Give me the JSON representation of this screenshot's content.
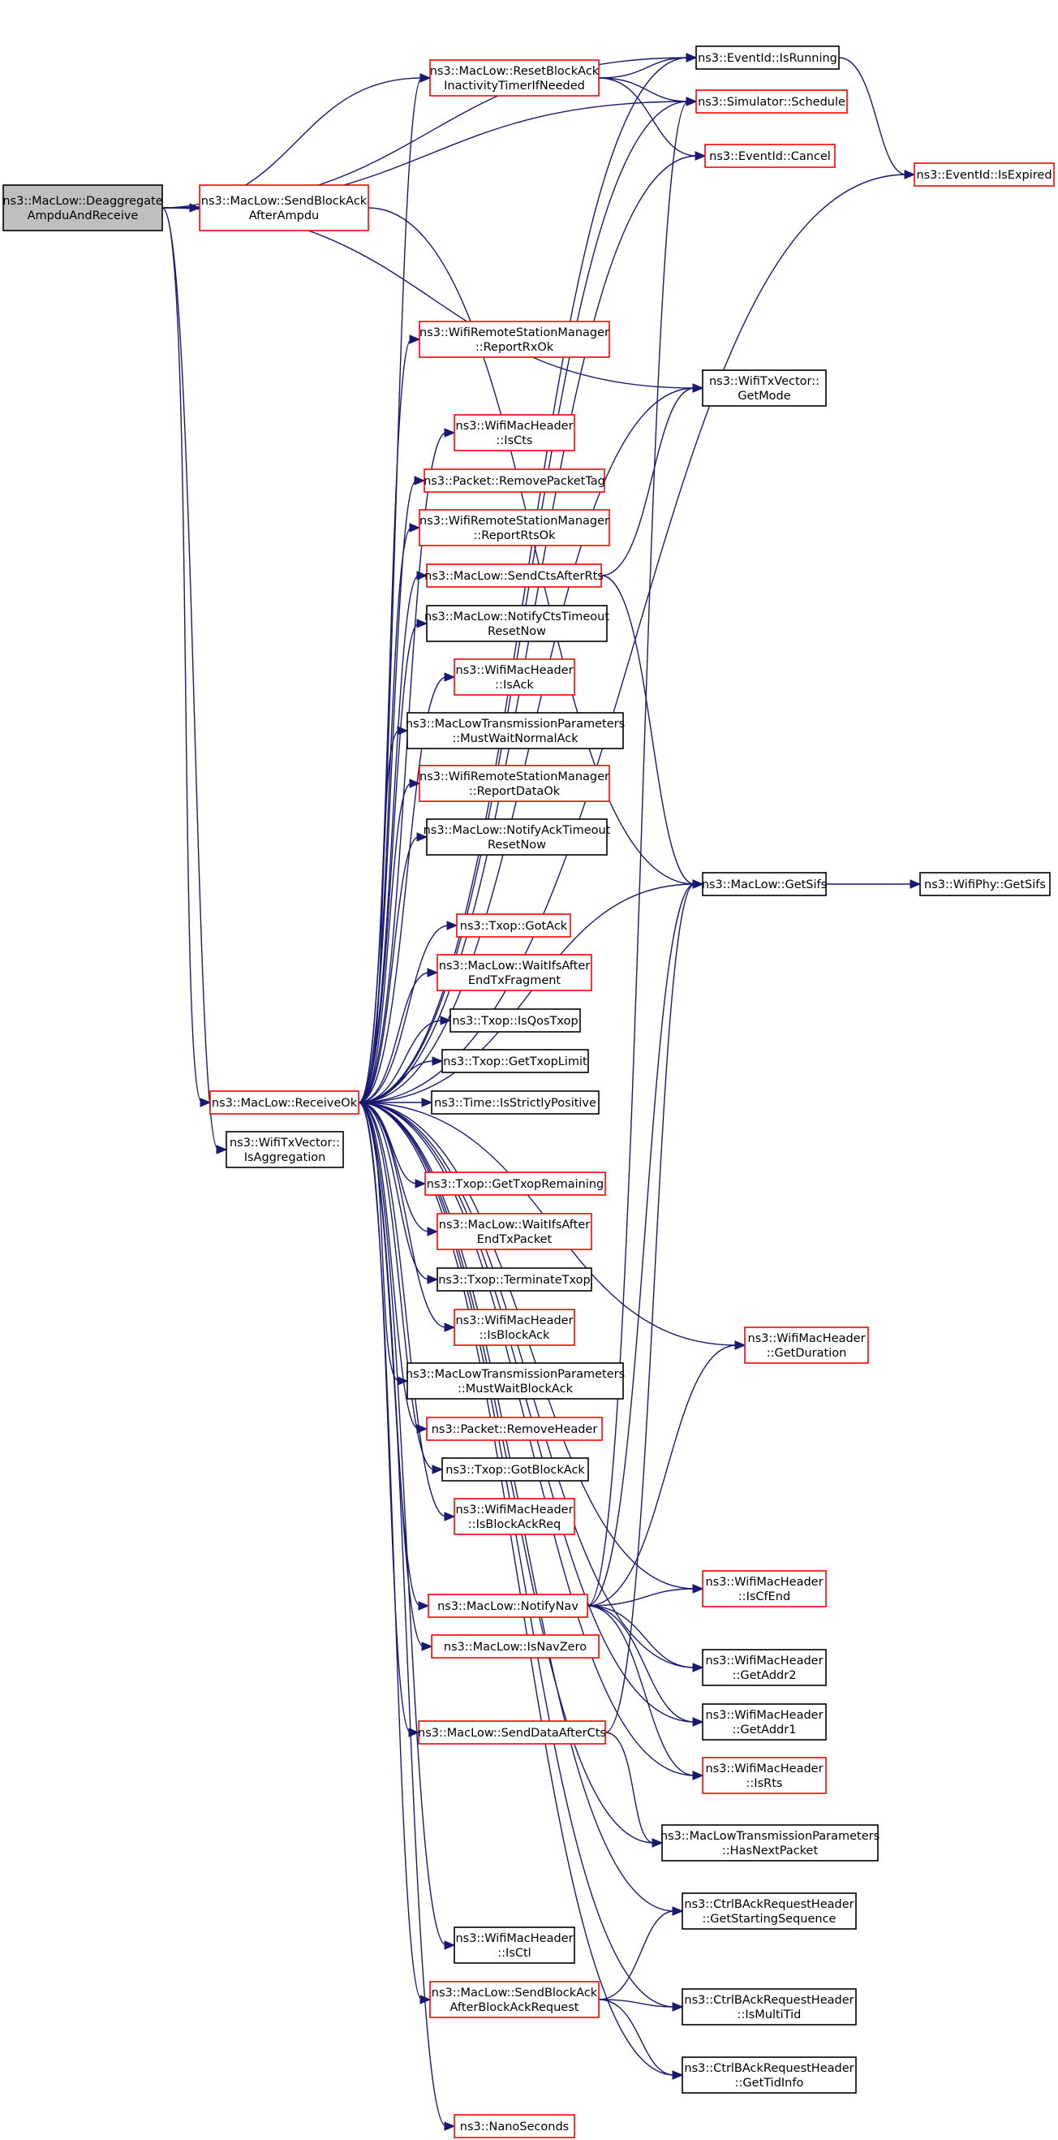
{
  "colors": {
    "edge": "#191970",
    "border_default": "#000000",
    "border_incomplete": "#ff0000",
    "root_fill": "#bfbfbf"
  },
  "nodes": [
    {
      "id": "deagg",
      "lines": [
        "ns3::MacLow::Deaggregate",
        "AmpduAndReceive"
      ],
      "style": "root"
    },
    {
      "id": "sendBaAmpdu",
      "lines": [
        "ns3::MacLow::SendBlockAck",
        "AfterAmpdu"
      ],
      "style": "red"
    },
    {
      "id": "resetBa",
      "lines": [
        "ns3::MacLow::ResetBlockAck",
        "InactivityTimerIfNeeded"
      ],
      "style": "red"
    },
    {
      "id": "isRunning",
      "lines": [
        "ns3::EventId::IsRunning"
      ],
      "style": "black"
    },
    {
      "id": "schedule",
      "lines": [
        "ns3::Simulator::Schedule"
      ],
      "style": "red"
    },
    {
      "id": "cancel",
      "lines": [
        "ns3::EventId::Cancel"
      ],
      "style": "red"
    },
    {
      "id": "isExpired",
      "lines": [
        "ns3::EventId::IsExpired"
      ],
      "style": "red"
    },
    {
      "id": "reportRxOk",
      "lines": [
        "ns3::WifiRemoteStationManager",
        "::ReportRxOk"
      ],
      "style": "red"
    },
    {
      "id": "getMode",
      "lines": [
        "ns3::WifiTxVector::",
        "GetMode"
      ],
      "style": "black"
    },
    {
      "id": "isCts",
      "lines": [
        "ns3::WifiMacHeader",
        "::IsCts"
      ],
      "style": "red"
    },
    {
      "id": "removeTag",
      "lines": [
        "ns3::Packet::RemovePacketTag"
      ],
      "style": "red"
    },
    {
      "id": "reportRtsOk",
      "lines": [
        "ns3::WifiRemoteStationManager",
        "::ReportRtsOk"
      ],
      "style": "red"
    },
    {
      "id": "sendCts",
      "lines": [
        "ns3::MacLow::SendCtsAfterRts"
      ],
      "style": "red"
    },
    {
      "id": "notifyCts",
      "lines": [
        "ns3::MacLow::NotifyCtsTimeout",
        "ResetNow"
      ],
      "style": "black"
    },
    {
      "id": "isAck",
      "lines": [
        "ns3::WifiMacHeader",
        "::IsAck"
      ],
      "style": "red"
    },
    {
      "id": "mustWaitNormal",
      "lines": [
        "ns3::MacLowTransmissionParameters",
        "::MustWaitNormalAck"
      ],
      "style": "black"
    },
    {
      "id": "reportDataOk",
      "lines": [
        "ns3::WifiRemoteStationManager",
        "::ReportDataOk"
      ],
      "style": "red"
    },
    {
      "id": "notifyAck",
      "lines": [
        "ns3::MacLow::NotifyAckTimeout",
        "ResetNow"
      ],
      "style": "black"
    },
    {
      "id": "getSifs",
      "lines": [
        "ns3::MacLow::GetSifs"
      ],
      "style": "black"
    },
    {
      "id": "phySifs",
      "lines": [
        "ns3::WifiPhy::GetSifs"
      ],
      "style": "black"
    },
    {
      "id": "gotAck",
      "lines": [
        "ns3::Txop::GotAck"
      ],
      "style": "red"
    },
    {
      "id": "waitFrag",
      "lines": [
        "ns3::MacLow::WaitIfsAfter",
        "EndTxFragment"
      ],
      "style": "red"
    },
    {
      "id": "isQos",
      "lines": [
        "ns3::Txop::IsQosTxop"
      ],
      "style": "black"
    },
    {
      "id": "getLimit",
      "lines": [
        "ns3::Txop::GetTxopLimit"
      ],
      "style": "black"
    },
    {
      "id": "receiveOk",
      "lines": [
        "ns3::MacLow::ReceiveOk"
      ],
      "style": "red"
    },
    {
      "id": "strictPos",
      "lines": [
        "ns3::Time::IsStrictlyPositive"
      ],
      "style": "black"
    },
    {
      "id": "isAggr",
      "lines": [
        "ns3::WifiTxVector::",
        "IsAggregation"
      ],
      "style": "black"
    },
    {
      "id": "remaining",
      "lines": [
        "ns3::Txop::GetTxopRemaining"
      ],
      "style": "red"
    },
    {
      "id": "waitPacket",
      "lines": [
        "ns3::MacLow::WaitIfsAfter",
        "EndTxPacket"
      ],
      "style": "red"
    },
    {
      "id": "terminate",
      "lines": [
        "ns3::Txop::TerminateTxop"
      ],
      "style": "black"
    },
    {
      "id": "isBlockAck",
      "lines": [
        "ns3::WifiMacHeader",
        "::IsBlockAck"
      ],
      "style": "red"
    },
    {
      "id": "getDuration",
      "lines": [
        "ns3::WifiMacHeader",
        "::GetDuration"
      ],
      "style": "red"
    },
    {
      "id": "mustWaitBlock",
      "lines": [
        "ns3::MacLowTransmissionParameters",
        "::MustWaitBlockAck"
      ],
      "style": "black"
    },
    {
      "id": "removeHeader",
      "lines": [
        "ns3::Packet::RemoveHeader"
      ],
      "style": "red"
    },
    {
      "id": "gotBlockAck",
      "lines": [
        "ns3::Txop::GotBlockAck"
      ],
      "style": "black"
    },
    {
      "id": "isBar",
      "lines": [
        "ns3::WifiMacHeader",
        "::IsBlockAckReq"
      ],
      "style": "red"
    },
    {
      "id": "isCfEnd",
      "lines": [
        "ns3::WifiMacHeader",
        "::IsCfEnd"
      ],
      "style": "red"
    },
    {
      "id": "notifyNav",
      "lines": [
        "ns3::MacLow::NotifyNav"
      ],
      "style": "red"
    },
    {
      "id": "isNavZero",
      "lines": [
        "ns3::MacLow::IsNavZero"
      ],
      "style": "red"
    },
    {
      "id": "addr2",
      "lines": [
        "ns3::WifiMacHeader",
        "::GetAddr2"
      ],
      "style": "black"
    },
    {
      "id": "addr1",
      "lines": [
        "ns3::WifiMacHeader",
        "::GetAddr1"
      ],
      "style": "black"
    },
    {
      "id": "sendData",
      "lines": [
        "ns3::MacLow::SendDataAfterCts"
      ],
      "style": "red"
    },
    {
      "id": "isRts",
      "lines": [
        "ns3::WifiMacHeader",
        "::IsRts"
      ],
      "style": "red"
    },
    {
      "id": "hasNext",
      "lines": [
        "ns3::MacLowTransmissionParameters",
        "::HasNextPacket"
      ],
      "style": "black"
    },
    {
      "id": "startSeq",
      "lines": [
        "ns3::CtrlBAckRequestHeader",
        "::GetStartingSequence"
      ],
      "style": "black"
    },
    {
      "id": "isCtl",
      "lines": [
        "ns3::WifiMacHeader",
        "::IsCtl"
      ],
      "style": "black"
    },
    {
      "id": "sendBaBar",
      "lines": [
        "ns3::MacLow::SendBlockAck",
        "AfterBlockAckRequest"
      ],
      "style": "red"
    },
    {
      "id": "isMultiTid",
      "lines": [
        "ns3::CtrlBAckRequestHeader",
        "::IsMultiTid"
      ],
      "style": "black"
    },
    {
      "id": "tidInfo",
      "lines": [
        "ns3::CtrlBAckRequestHeader",
        "::GetTidInfo"
      ],
      "style": "black"
    },
    {
      "id": "nano",
      "lines": [
        "ns3::NanoSeconds"
      ],
      "style": "red"
    }
  ],
  "edges": [
    [
      "deagg",
      "sendBaAmpdu"
    ],
    [
      "deagg",
      "resetBa"
    ],
    [
      "deagg",
      "isRunning"
    ],
    [
      "deagg",
      "schedule"
    ],
    [
      "deagg",
      "getMode"
    ],
    [
      "deagg",
      "receiveOk"
    ],
    [
      "deagg",
      "isAggr"
    ],
    [
      "resetBa",
      "isRunning"
    ],
    [
      "resetBa",
      "schedule"
    ],
    [
      "resetBa",
      "cancel"
    ],
    [
      "isRunning",
      "isExpired"
    ],
    [
      "sendBaAmpdu",
      "getSifs"
    ],
    [
      "sendCts",
      "getMode"
    ],
    [
      "sendCts",
      "getSifs"
    ],
    [
      "getSifs",
      "phySifs"
    ],
    [
      "receiveOk",
      "isRunning"
    ],
    [
      "receiveOk",
      "schedule"
    ],
    [
      "receiveOk",
      "cancel"
    ],
    [
      "receiveOk",
      "isExpired"
    ],
    [
      "receiveOk",
      "resetBa"
    ],
    [
      "receiveOk",
      "reportRxOk"
    ],
    [
      "receiveOk",
      "getMode"
    ],
    [
      "receiveOk",
      "isCts"
    ],
    [
      "receiveOk",
      "removeTag"
    ],
    [
      "receiveOk",
      "reportRtsOk"
    ],
    [
      "receiveOk",
      "sendCts"
    ],
    [
      "receiveOk",
      "notifyCts"
    ],
    [
      "receiveOk",
      "isAck"
    ],
    [
      "receiveOk",
      "mustWaitNormal"
    ],
    [
      "receiveOk",
      "reportDataOk"
    ],
    [
      "receiveOk",
      "notifyAck"
    ],
    [
      "receiveOk",
      "getSifs"
    ],
    [
      "receiveOk",
      "gotAck"
    ],
    [
      "receiveOk",
      "waitFrag"
    ],
    [
      "receiveOk",
      "isQos"
    ],
    [
      "receiveOk",
      "getLimit"
    ],
    [
      "receiveOk",
      "strictPos"
    ],
    [
      "receiveOk",
      "remaining"
    ],
    [
      "receiveOk",
      "waitPacket"
    ],
    [
      "receiveOk",
      "terminate"
    ],
    [
      "receiveOk",
      "isBlockAck"
    ],
    [
      "receiveOk",
      "mustWaitBlock"
    ],
    [
      "receiveOk",
      "removeHeader"
    ],
    [
      "receiveOk",
      "gotBlockAck"
    ],
    [
      "receiveOk",
      "isBar"
    ],
    [
      "receiveOk",
      "getDuration"
    ],
    [
      "receiveOk",
      "isCfEnd"
    ],
    [
      "receiveOk",
      "notifyNav"
    ],
    [
      "receiveOk",
      "isNavZero"
    ],
    [
      "receiveOk",
      "addr2"
    ],
    [
      "receiveOk",
      "addr1"
    ],
    [
      "receiveOk",
      "sendData"
    ],
    [
      "receiveOk",
      "isRts"
    ],
    [
      "receiveOk",
      "hasNext"
    ],
    [
      "receiveOk",
      "startSeq"
    ],
    [
      "receiveOk",
      "isCtl"
    ],
    [
      "receiveOk",
      "sendBaBar"
    ],
    [
      "receiveOk",
      "isMultiTid"
    ],
    [
      "receiveOk",
      "tidInfo"
    ],
    [
      "receiveOk",
      "nano"
    ],
    [
      "notifyNav",
      "getDuration"
    ],
    [
      "notifyNav",
      "isCfEnd"
    ],
    [
      "notifyNav",
      "addr2"
    ],
    [
      "notifyNav",
      "addr1"
    ],
    [
      "notifyNav",
      "isRts"
    ],
    [
      "notifyNav",
      "getSifs"
    ],
    [
      "notifyNav",
      "schedule"
    ],
    [
      "sendData",
      "getSifs"
    ],
    [
      "sendData",
      "hasNext"
    ],
    [
      "sendBaBar",
      "startSeq"
    ],
    [
      "sendBaBar",
      "isMultiTid"
    ],
    [
      "sendBaBar",
      "tidInfo"
    ]
  ]
}
